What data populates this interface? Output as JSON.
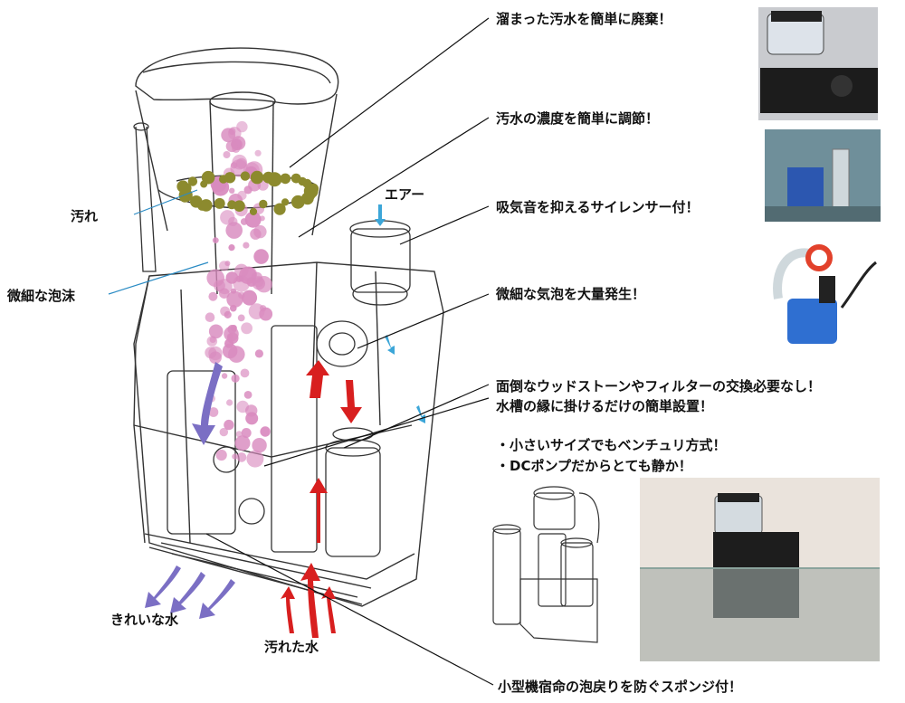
{
  "callouts": {
    "disposal": "溜まった汚水を簡単に廃棄！",
    "concentration": "汚水の濃度を簡単に調節！",
    "silencer": "吸気音を抑えるサイレンサー付！",
    "bubbles": "微細な気泡を大量発生！",
    "no_replacement": "面倒なウッドストーンやフィルターの交換必要なし！",
    "easy_install": "水槽の縁に掛けるだけの簡単設置！",
    "venturi": "・小さいサイズでもベンチュリ方式！",
    "quiet_pump": "・DCポンプだからとても静か！",
    "sponge": "小型機宿命の泡戻りを防ぐスポンジ付！"
  },
  "labels": {
    "air": "エアー",
    "dirt": "汚れ",
    "foam": "微細な泡沫",
    "clean_water": "きれいな水",
    "dirty_water": "汚れた水"
  },
  "colors": {
    "foam_pink": "#d98bbf",
    "dirt_olive": "#8c8a2e",
    "clean_arrow": "#7b6fc4",
    "dirty_arrow": "#d81f1f",
    "air_arrow": "#3ca6d8",
    "callout_line_blue": "#2a8bc4"
  }
}
